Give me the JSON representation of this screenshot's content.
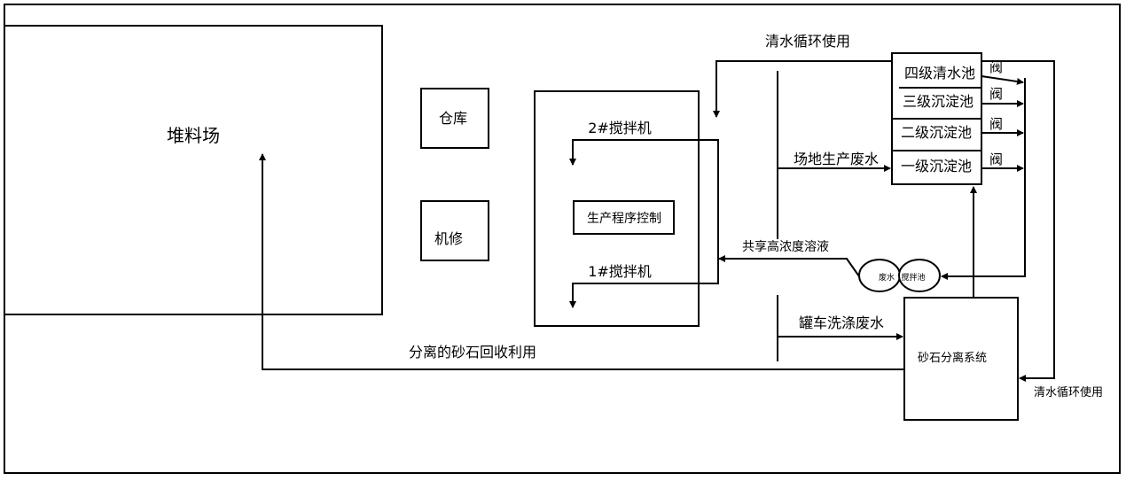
{
  "labels": {
    "stockyard": "堆料场",
    "warehouse": "仓库",
    "repair": "机修",
    "mixer2": "2#搅拌机",
    "control": "生产程序控制",
    "mixer1": "1#搅拌机",
    "recycle_top": "清水循环使用",
    "pool4": "四级清水池",
    "pool3": "三级沉淀池",
    "pool2": "二级沉淀池",
    "pool1": "一级沉淀池",
    "valve1": "阀",
    "valve2": "阀",
    "valve3": "阀",
    "valve4": "阀",
    "site_wastewater": "场地生产废水",
    "shared_solution": "共享高浓度溶液",
    "wastewater_tank_a": "废水",
    "wastewater_tank_b": "搅拌池",
    "tanker_wastewater": "罐车洗涤废水",
    "separator": "砂石分离系统",
    "recovered": "分离的砂石回收利用",
    "recycle_bottom": "清水循环使用"
  }
}
